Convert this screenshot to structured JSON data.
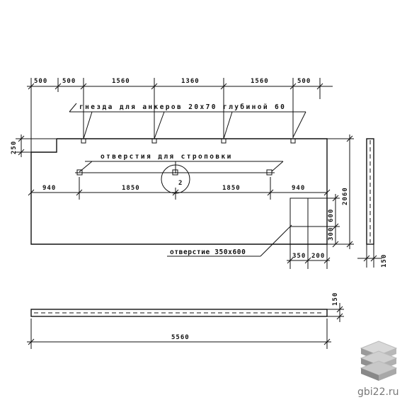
{
  "top_dims": [
    "500",
    "500",
    "1560",
    "1360",
    "1560",
    "500"
  ],
  "label_anchors": "гнезда для анкеров 20х70 глубиной 60",
  "label_lifting_holes": "отверстия для строповки",
  "label_opening": "отверстие 350х600",
  "mid_dims": [
    "940",
    "1850",
    "1850",
    "940"
  ],
  "center_mark": "2",
  "left_dim": "250",
  "right_dims": [
    "2060",
    "600",
    "300"
  ],
  "bottom_small_dims": [
    "350",
    "200"
  ],
  "side_thickness": "150",
  "bottom_view_thickness": "150",
  "overall_length": "5560",
  "watermark": "gbi22.ru"
}
